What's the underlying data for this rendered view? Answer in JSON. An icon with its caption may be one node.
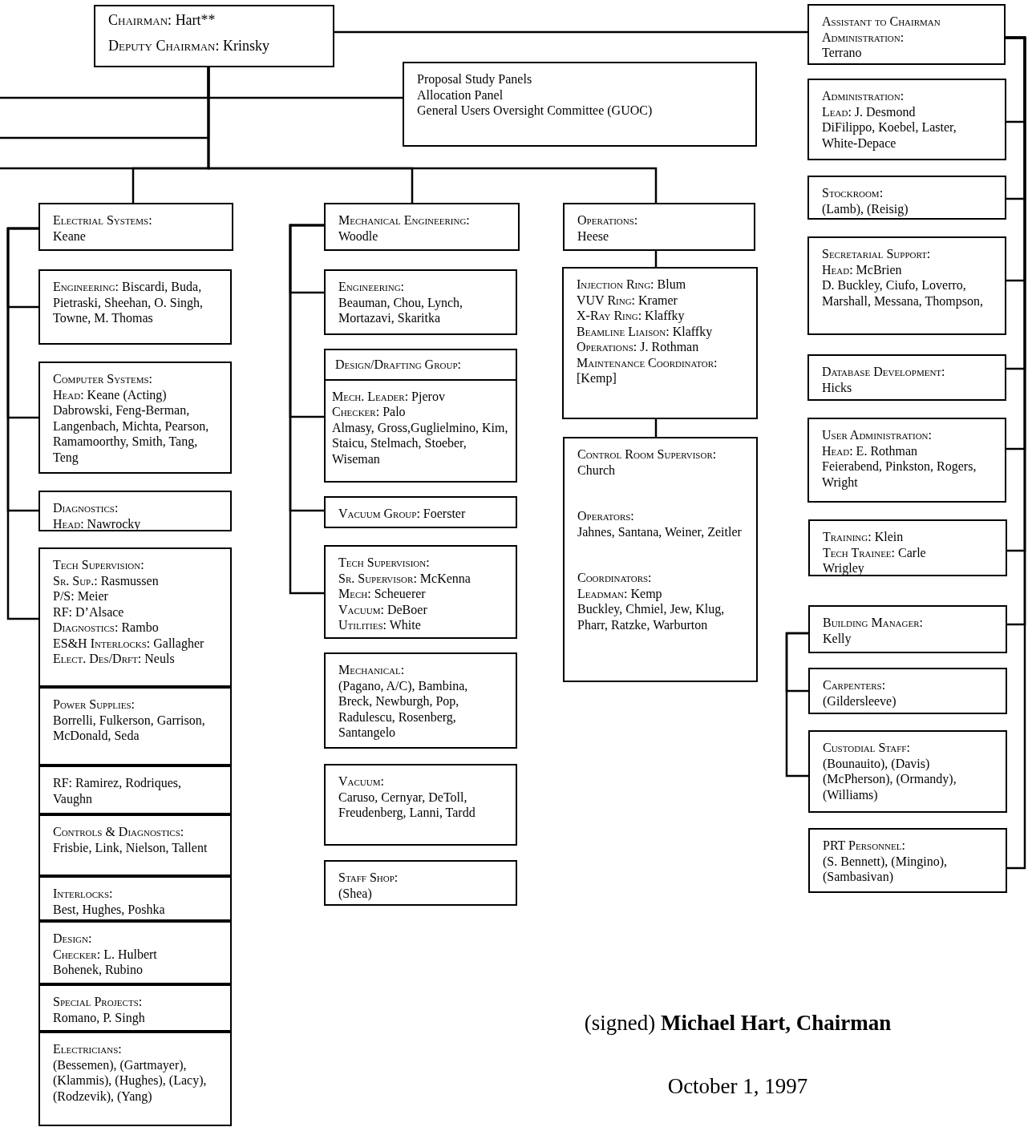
{
  "diagram": {
    "nodes": [
      {
        "text": [
          "Chairman: Hart**",
          "Deputy Chairman: Krinsky"
        ]
      },
      {
        "text": [
          "Assistant to Chairman Administration:",
          "Terrano"
        ]
      },
      {
        "text": [
          "Proposal Study Panels",
          "Allocation Panel",
          "General Users Oversight Committee (GUOC)"
        ]
      },
      {
        "text": [
          "Electrial Systems:",
          "Keane"
        ]
      },
      {
        "text": [
          "Mechanical Engineering:",
          "Woodle"
        ]
      },
      {
        "text": [
          "Operations:",
          "Heese"
        ]
      },
      {
        "text": [
          "Engineering: Biscardi, Buda, Pietraski, Sheehan, O. Singh, Towne, M. Thomas"
        ]
      },
      {
        "text": [
          "Computer Systems:",
          "Head: Keane (Acting)",
          "Dabrowski, Feng-Berman, Langenbach, Michta, Pearson, Ramamoorthy, Smith, Tang, Teng"
        ]
      },
      {
        "text": [
          "Diagnostics:",
          "Head: Nawrocky"
        ]
      },
      {
        "text": [
          "Tech Supervision:",
          "Sr. Sup.: Rasmussen",
          "P/S: Meier",
          "RF: D’Alsace",
          "Diagnostics: Rambo",
          "ES&H Interlocks: Gallagher",
          "Elect. Des/Drft: Neuls"
        ]
      },
      {
        "text": [
          "Power Supplies:",
          "Borrelli, Fulkerson, Garrison, McDonald, Seda"
        ]
      },
      {
        "text": [
          "RF: Ramirez, Rodriques, Vaughn"
        ]
      },
      {
        "text": [
          "Controls & Diagnostics:",
          "Frisbie, Link, Nielson, Tallent"
        ]
      },
      {
        "text": [
          "Interlocks:",
          "Best, Hughes, Poshka"
        ]
      },
      {
        "text": [
          "Design:",
          "Checker: L. Hulbert",
          "Bohenek, Rubino"
        ]
      },
      {
        "text": [
          "Special Projects:",
          "Romano, P. Singh"
        ]
      },
      {
        "text": [
          "Electricians:",
          "(Bessemen), (Gartmayer), (Klammis), (Hughes), (Lacy), (Rodzevik), (Yang)"
        ]
      },
      {
        "text": [
          "Engineering:",
          "Beauman, Chou, Lynch, Mortazavi, Skaritka"
        ]
      },
      {
        "text": [
          "Design/Drafting Group:",
          "Mech. Leader: Pjerov",
          "Checker: Palo",
          "Almasy, Gross,Guglielmino, Kim, Staicu, Stelmach, Stoeber, Wiseman"
        ]
      },
      {
        "text": [
          "Vacuum Group: Foerster"
        ]
      },
      {
        "text": [
          "Tech Supervision:",
          "Sr. Supervisor: McKenna",
          "Mech: Scheuerer",
          "Vacuum: DeBoer",
          "Utilities: White"
        ]
      },
      {
        "text": [
          "Mechanical:",
          "(Pagano, A/C), Bambina, Breck, Newburgh, Pop, Radulescu, Rosenberg, Santangelo"
        ]
      },
      {
        "text": [
          "Vacuum:",
          "Caruso, Cernyar, DeToll, Freudenberg, Lanni, Tardd"
        ]
      },
      {
        "text": [
          "Staff Shop:",
          "(Shea)"
        ]
      },
      {
        "text": [
          "Injection Ring: Blum",
          "VUV Ring: Kramer",
          "X-Ray Ring: Klaffky",
          "Beamline Liaison: Klaffky",
          "Operations: J. Rothman",
          "Maintenance Coordinator: [Kemp]"
        ]
      },
      {
        "text": [
          "Control Room Supervisor: Church",
          "Operators:",
          "Jahnes, Santana, Weiner, Zeitler",
          "Coordinators:",
          "Leadman: Kemp",
          "Buckley, Chmiel, Jew, Klug, Pharr, Ratzke, Warburton"
        ]
      },
      {
        "text": [
          "Administration:",
          "Lead: J. Desmond",
          "DiFilippo, Koebel, Laster, White-Depace"
        ]
      },
      {
        "text": [
          "Stockroom:",
          "(Lamb), (Reisig)"
        ]
      },
      {
        "text": [
          "Secretarial Support:",
          "Head: McBrien",
          "D. Buckley, Ciufo, Loverro, Marshall, Messana, Thompson,"
        ]
      },
      {
        "text": [
          "Database Development:",
          "Hicks"
        ]
      },
      {
        "text": [
          "User Administration:",
          "Head: E. Rothman",
          "Feierabend, Pinkston, Rogers, Wright"
        ]
      },
      {
        "text": [
          "Training: Klein",
          "Tech Trainee: Carle",
          "Wrigley"
        ]
      },
      {
        "text": [
          "Building Manager:",
          "Kelly"
        ]
      },
      {
        "text": [
          "Carpenters:",
          "(Gildersleeve)"
        ]
      },
      {
        "text": [
          "Custodial Staff:",
          "(Bounauito), (Davis) (McPherson), (Ormandy), (Williams)"
        ]
      },
      {
        "text": [
          "PRT Personnel:",
          "(S. Bennett), (Mingino), (Sambasivan)"
        ]
      }
    ],
    "edges": [
      {
        "from": 0,
        "to": 1,
        "arrow": "none"
      },
      {
        "from": 0,
        "to": 2,
        "arrow": "none"
      },
      {
        "from": 0,
        "to": null,
        "arrow": "none"
      },
      {
        "from": 0,
        "to": null,
        "arrow": "none"
      },
      {
        "from": 0,
        "to": null,
        "arrow": "none"
      },
      {
        "from": 0,
        "to": 3,
        "arrow": "none"
      },
      {
        "from": 0,
        "to": 4,
        "arrow": "none"
      },
      {
        "from": 0,
        "to": 5,
        "arrow": "none"
      },
      {
        "from": 3,
        "to": 6,
        "arrow": "none"
      },
      {
        "from": 3,
        "to": 7,
        "arrow": "none"
      },
      {
        "from": 3,
        "to": 8,
        "arrow": "none"
      },
      {
        "from": 3,
        "to": 9,
        "arrow": "none"
      },
      {
        "from": 4,
        "to": 17,
        "arrow": "none"
      },
      {
        "from": 4,
        "to": 18,
        "arrow": "none"
      },
      {
        "from": 4,
        "to": 19,
        "arrow": "none"
      },
      {
        "from": 4,
        "to": 20,
        "arrow": "none"
      },
      {
        "from": 5,
        "to": 24,
        "arrow": "none"
      },
      {
        "from": 24,
        "to": 25,
        "arrow": "none"
      },
      {
        "from": 1,
        "to": 26,
        "arrow": "none"
      },
      {
        "from": 1,
        "to": 27,
        "arrow": "none"
      },
      {
        "from": 1,
        "to": 28,
        "arrow": "none"
      },
      {
        "from": 1,
        "to": 29,
        "arrow": "none"
      },
      {
        "from": 1,
        "to": 30,
        "arrow": "none"
      },
      {
        "from": 1,
        "to": 31,
        "arrow": "none"
      },
      {
        "from": 1,
        "to": 32,
        "arrow": "none"
      },
      {
        "from": 1,
        "to": 35,
        "arrow": "none"
      },
      {
        "from": 32,
        "to": 33,
        "arrow": "none"
      },
      {
        "from": 32,
        "to": 34,
        "arrow": "none"
      }
    ],
    "labels": [
      "(signed) **Michael Hart, Chairman**",
      "October 1, 1997"
    ]
  }
}
